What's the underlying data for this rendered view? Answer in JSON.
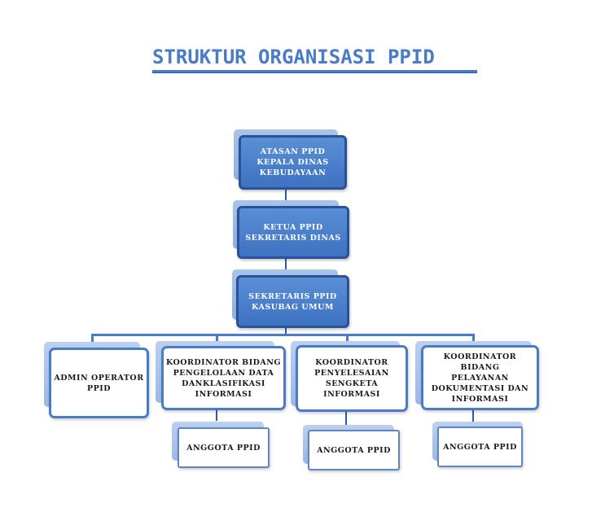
{
  "title": "STRUKTUR ORGANISASI PPID",
  "nodes": {
    "atasan": [
      "ATASAN PPID",
      "KEPALA DINAS",
      "KEBUDAYAAN"
    ],
    "ketua": [
      "KETUA PPID",
      "SEKRETARIS DINAS"
    ],
    "sekretaris": [
      "SEKRETARIS PPID",
      "KASUBAG UMUM"
    ],
    "admin": [
      "ADMIN OPERATOR",
      "PPID"
    ],
    "koord_data": [
      "KOORDINATOR BIDANG",
      "PENGELOLAAN DATA",
      "DANKLASIFIKASI",
      "INFORMASI"
    ],
    "koord_sengketa": [
      "KOORDINATOR",
      "PENYELESAIAN",
      "SENGKETA INFORMASI"
    ],
    "koord_pelayanan": [
      "KOORDINATOR BIDANG",
      "PELAYANAN",
      "DOKUMENTASI DAN",
      "INFORMASI"
    ],
    "anggota_1": [
      "ANGGOTA PPID"
    ],
    "anggota_2": [
      "ANGGOTA PPID"
    ],
    "anggota_3": [
      "ANGGOTA PPID"
    ]
  }
}
